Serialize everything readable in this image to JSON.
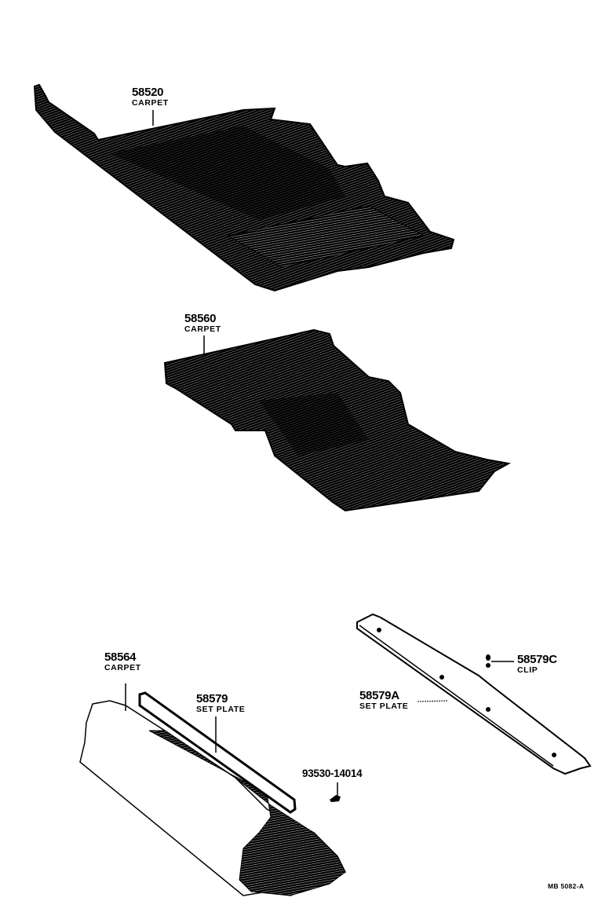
{
  "diagram": {
    "type": "parts-catalog-illustration",
    "reference_code": "MB 5082-A",
    "parts": [
      {
        "part_number": "58520",
        "name": "CARPET"
      },
      {
        "part_number": "58560",
        "name": "CARPET"
      },
      {
        "part_number": "58564",
        "name": "CARPET"
      },
      {
        "part_number": "58579",
        "name": "SET PLATE"
      },
      {
        "part_number": "58579A",
        "name": "SET PLATE"
      },
      {
        "part_number": "58579C",
        "name": "CLIP"
      },
      {
        "part_number": "93530-14014",
        "name": ""
      }
    ],
    "colors": {
      "ink": "#000000",
      "paper": "#ffffff"
    }
  }
}
